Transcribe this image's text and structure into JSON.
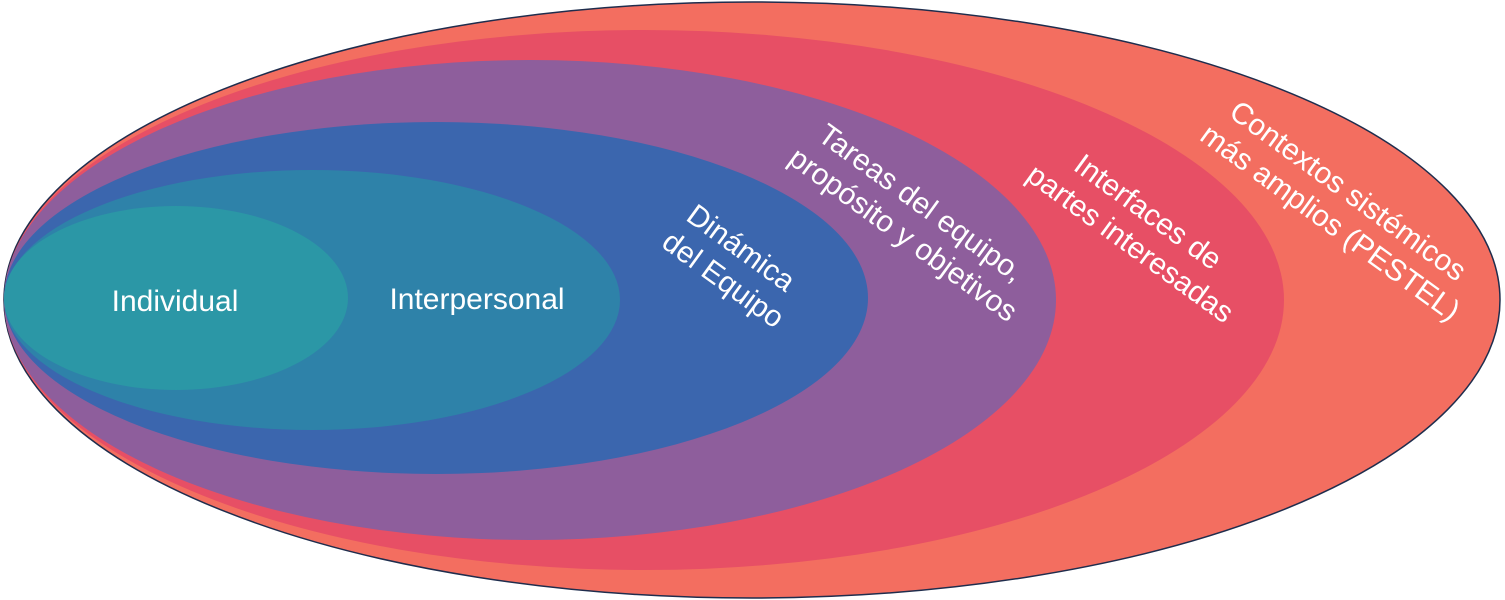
{
  "diagram": {
    "layers": [
      {
        "id": "pestel",
        "lines": [
          "Contextos sistémicos",
          "más amplios (PESTEL)"
        ],
        "color": "#f36e60"
      },
      {
        "id": "stakeholders",
        "lines": [
          "Interfaces de",
          "partes interesadas"
        ],
        "color": "#e74f65"
      },
      {
        "id": "tasks",
        "lines": [
          "Tareas del equipo,",
          "propósito y objetivos"
        ],
        "color": "#8e5e9c"
      },
      {
        "id": "dynamics",
        "lines": [
          "Dinámica",
          "del Equipo"
        ],
        "color": "#3b66ae"
      },
      {
        "id": "interpersonal",
        "lines": [
          "Interpersonal"
        ],
        "color": "#2e82a9"
      },
      {
        "id": "individual",
        "lines": [
          "Individual"
        ],
        "color": "#2b97a6"
      }
    ]
  }
}
